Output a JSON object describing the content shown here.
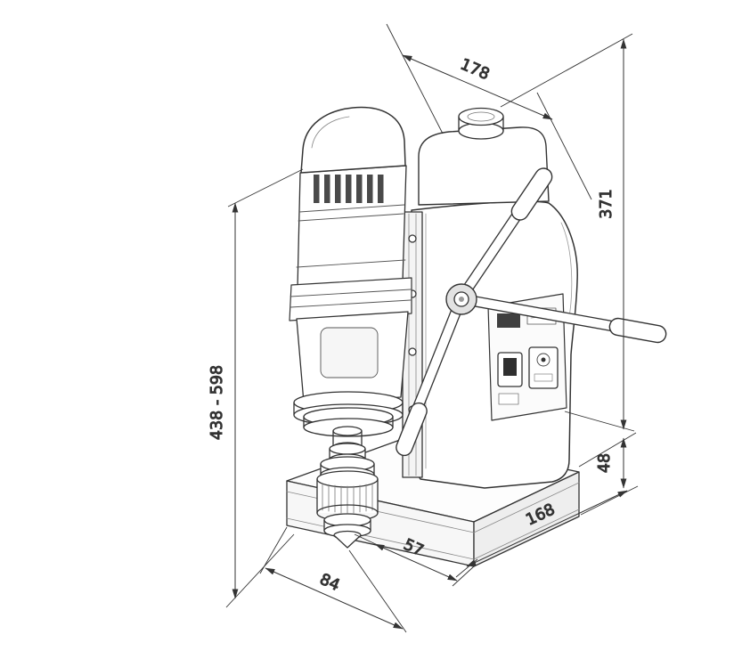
{
  "page": {
    "background": "#ffffff",
    "line_color": "#333333"
  },
  "diagram": {
    "type": "technical-dimension-drawing",
    "subject": "magnetic-base-drill-press",
    "dimensions": {
      "width_top": "178",
      "height_right": "371",
      "height_range_left": "438 - 598",
      "base_height": "48",
      "base_depth": "168",
      "spindle_offset": "57",
      "base_front": "84"
    }
  }
}
